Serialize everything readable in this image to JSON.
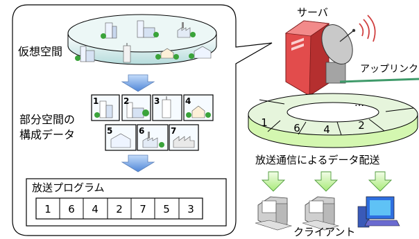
{
  "left_panel": {
    "virtual_space_label": "仮想空間",
    "partial_data_label_line1": "部分空間の",
    "partial_data_label_line2": "構成データ",
    "tiles": [
      {
        "number": "1"
      },
      {
        "number": "2"
      },
      {
        "number": "3"
      },
      {
        "number": "4"
      },
      {
        "number": "5"
      },
      {
        "number": "6"
      },
      {
        "number": "7"
      }
    ],
    "program": {
      "title": "放送プログラム",
      "sequence": [
        "1",
        "6",
        "4",
        "2",
        "7",
        "5",
        "3"
      ]
    }
  },
  "right_panel": {
    "server_label": "サーバ",
    "uplink_label": "アップリンク",
    "ring": {
      "numbers": [
        "1",
        "6",
        "4",
        "2"
      ],
      "ellipsis": "…"
    },
    "broadcast_label": "放送通信によるデータ配送",
    "client_label": "クライアント"
  },
  "colors": {
    "arrow_blue": "#6a9fe0",
    "ring_green": "#d4f7b0",
    "ring_top": "#e6f5dc",
    "uplink_line": "#3f9a6a",
    "server_red": "#e05252"
  }
}
